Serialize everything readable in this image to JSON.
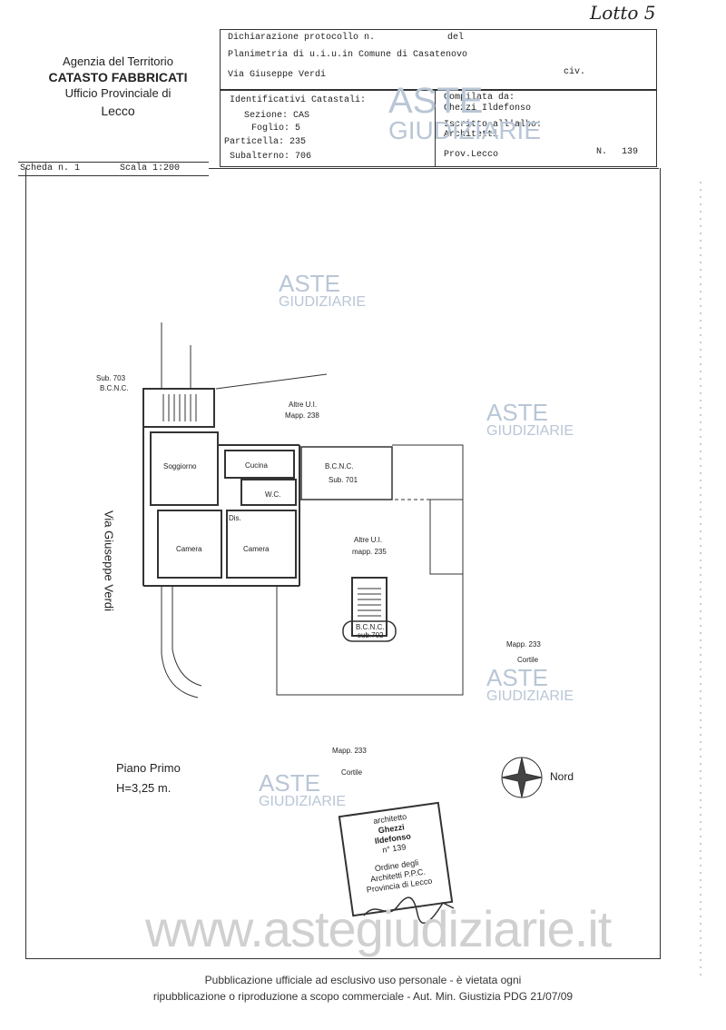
{
  "handwritten_label": "Lotto 5",
  "agency": {
    "line1": "Agenzia del Territorio",
    "line2": "CATASTO FABBRICATI",
    "line3": "Ufficio Provinciale di",
    "line4": "Lecco"
  },
  "header": {
    "protocol": "Dichiarazione protocollo n.",
    "del": "del",
    "planimetria": "Planimetria di u.i.u.in Comune di Casatenovo",
    "address": "Via Giuseppe Verdi",
    "civ": "civ."
  },
  "catastali": {
    "title": "Identificativi Catastali:",
    "sezione": "Sezione: CAS",
    "foglio": "Foglio: 5",
    "particella": "Particella: 235",
    "subalterno": "Subalterno: 706"
  },
  "compilata": {
    "label": "Compilata da:",
    "name": "Ghezzi Ildefonso",
    "iscritto": "Iscritto all'albo:",
    "albo": "Architetti",
    "prov": "Prov.Lecco",
    "n_label": "N.",
    "n_value": "139"
  },
  "scheda": {
    "scheda": "Scheda n. 1",
    "scala": "Scala 1:200"
  },
  "watermark": {
    "line1": "ASTE",
    "line2": "GIUDIZIARIE"
  },
  "plan": {
    "sub703": "Sub. 703",
    "bcnc_top": "B.C.N.C.",
    "altre_ui_238": "Altre U.I.",
    "mapp_238": "Mapp. 238",
    "soggiorno": "Soggiorno",
    "cucina": "Cucina",
    "bcnc_701": "B.C.N.C.",
    "sub_701": "Sub. 701",
    "wc": "W.C.",
    "dis": "Dis.",
    "camera1": "Camera",
    "camera2": "Camera",
    "altre_ui_235": "Altre U.I.",
    "mapp_235": "mapp. 235",
    "bcnc_702": "B.C.N.C.",
    "sub_702": "sub.702",
    "mapp_233a": "Mapp. 233",
    "cortile_a": "Cortile",
    "mapp_233b": "Mapp. 233",
    "cortile_b": "Cortile",
    "street": "Via Giuseppe Verdi",
    "piano": "Piano Primo",
    "altezza": "H=3,25 m.",
    "nord": "Nord"
  },
  "stamp": {
    "line1": "architetto",
    "line2": "Ghezzi",
    "line3": "Ildefonso",
    "line4": "n° 139",
    "line5": "Ordine degli",
    "line6": "Architetti P.P.C.",
    "line7": "Provincia di Lecco"
  },
  "site_watermark": "www.astegiudiziarie.it",
  "footer": {
    "line1": "Pubblicazione ufficiale ad esclusivo uso personale - è vietata ogni",
    "line2": "ripubblicazione o riproduzione a scopo commerciale - Aut. Min. Giustizia PDG 21/07/09"
  }
}
